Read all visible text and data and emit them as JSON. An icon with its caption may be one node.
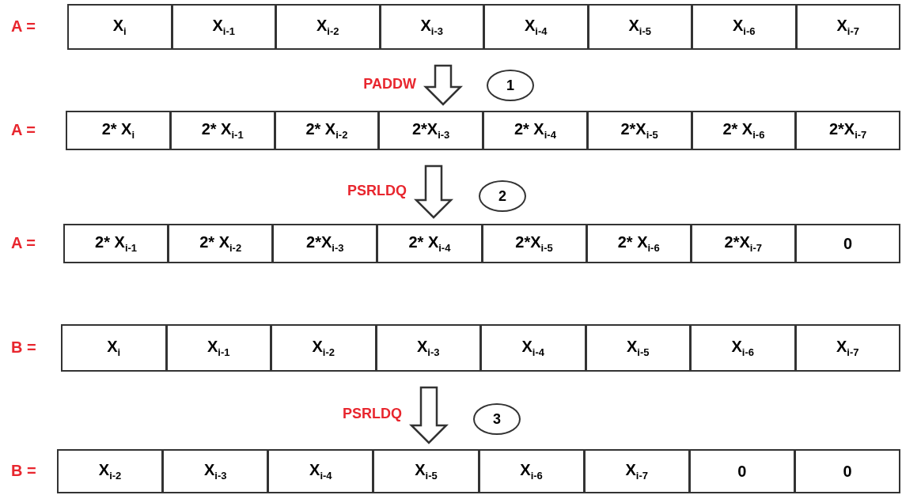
{
  "diagram": {
    "nodes": [
      {
        "text": [],
        "shape": "box",
        "beside": [
          "A ="
        ]
      },
      {
        "text": [
          "X$_{i}$"
        ],
        "in": 0
      },
      {
        "text": [
          "X$_{i-1}$"
        ],
        "in": 0
      },
      {
        "text": [
          "X$_{i-2}$"
        ],
        "in": 0
      },
      {
        "text": [
          "X$_{i-3}$"
        ],
        "in": 0
      },
      {
        "text": [
          "X$_{i-4}$"
        ],
        "in": 0
      },
      {
        "text": [
          "X$_{i-5}$"
        ],
        "in": 0
      },
      {
        "text": [
          "X$_{i-6}$"
        ],
        "in": 0
      },
      {
        "text": [
          "X$_{i-7}$"
        ],
        "in": 0
      },
      {
        "text": [
          "1"
        ]
      },
      {
        "text": [],
        "shape": "box",
        "beside": [
          "A ="
        ]
      },
      {
        "text": [
          "2* X$_{i}$"
        ],
        "in": 10
      },
      {
        "text": [
          "2* X$_{i-1}$"
        ],
        "in": 10
      },
      {
        "text": [
          "2* X$_{i-2}$"
        ],
        "in": 10
      },
      {
        "text": [
          "2*X$_{i-3}$"
        ],
        "in": 10
      },
      {
        "text": [
          "2* X$_{i-4}$"
        ],
        "in": 10
      },
      {
        "text": [
          "2*X$_{i-5}$"
        ],
        "in": 10
      },
      {
        "text": [
          "2* X$_{i-6}$"
        ],
        "in": 10
      },
      {
        "text": [
          "2*X$_{i-7}$"
        ],
        "in": 10
      },
      {
        "text": [
          "2"
        ]
      },
      {
        "text": [],
        "shape": "box",
        "beside": [
          "A ="
        ]
      },
      {
        "text": [
          "2* X$_{i-1}$"
        ],
        "in": 20
      },
      {
        "text": [
          "2* X$_{i-2}$"
        ],
        "in": 20
      },
      {
        "text": [
          "2*X$_{i-3}$"
        ],
        "in": 20
      },
      {
        "text": [
          "2* X$_{i-4}$"
        ],
        "in": 20
      },
      {
        "text": [
          "2*X$_{i-5}$"
        ],
        "in": 20
      },
      {
        "text": [
          "2* X$_{i-6}$"
        ],
        "in": 20
      },
      {
        "text": [
          "2*X$_{i-7}$"
        ],
        "in": 20
      },
      {
        "text": [
          "0"
        ],
        "in": 20
      },
      {
        "text": [],
        "shape": "box",
        "beside": [
          "B ="
        ]
      },
      {
        "text": [
          "X$_{i}$"
        ],
        "in": 29
      },
      {
        "text": [
          "X$_{i-1}$"
        ],
        "in": 29
      },
      {
        "text": [
          "X$_{i-2}$"
        ],
        "in": 29
      },
      {
        "text": [
          "X$_{i-3}$"
        ],
        "in": 29
      },
      {
        "text": [
          "X$_{i-4}$"
        ],
        "in": 29
      },
      {
        "text": [
          "X$_{i-5}$"
        ],
        "in": 29
      },
      {
        "text": [
          "X$_{i-6}$"
        ],
        "in": 29
      },
      {
        "text": [
          "X$_{i-7}$"
        ],
        "in": 29
      },
      {
        "text": [
          "3"
        ]
      },
      {
        "text": [],
        "shape": "box",
        "beside": [
          "B ="
        ]
      },
      {
        "text": [
          "X$_{i-2}$"
        ],
        "in": 39
      },
      {
        "text": [
          "X$_{i-3}$"
        ],
        "in": 39
      },
      {
        "text": [
          "X$_{i-4}$"
        ],
        "in": 39
      },
      {
        "text": [
          "X$_{i-5}$"
        ],
        "in": 39
      },
      {
        "text": [
          "X$_{i-6}$"
        ],
        "in": 39
      },
      {
        "text": [
          "X$_{i-7}$"
        ],
        "in": 39
      },
      {
        "text": [
          "0"
        ],
        "in": 39
      },
      {
        "text": [
          "0"
        ],
        "in": 39
      }
    ],
    "edges": [
      {
        "from": 0,
        "to": 10,
        "arrow": "to",
        "label": "PADDW"
      },
      {
        "from": 10,
        "to": 20,
        "arrow": "to",
        "label": "PSRLDQ"
      },
      {
        "from": 29,
        "to": 39,
        "arrow": "to",
        "label": "PSRLDQ"
      }
    ]
  }
}
